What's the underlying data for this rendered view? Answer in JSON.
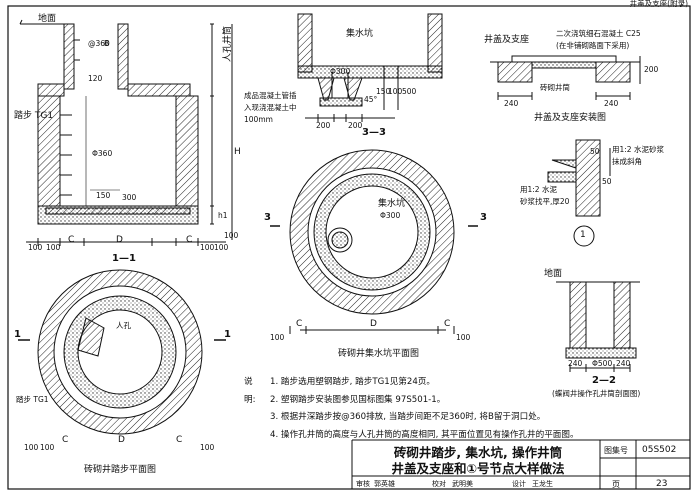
{
  "header_top_right": "井盖及支座(附录)",
  "labels": {
    "ground_1": "地面",
    "manhole": "人孔井筒",
    "step_tg1": "踏步 TG1",
    "sump": "集水坑",
    "pipe_note_1": "成品混凝土管插",
    "pipe_note_2": "入现浇混凝土中",
    "pipe_note_3": "100mm",
    "cover_support": "井盖及支座",
    "secondary_concrete_1": "二次浇筑细石混凝土 C25",
    "secondary_concrete_2": "(在非铺砌路面下采用)",
    "brick_well": "砖砌井筒",
    "mortar_1": "用1:2 水泥砂浆",
    "mortar_2": "抹成斜角",
    "mortar_3": "用1:2 水泥",
    "mortar_4": "砂浆找平,厚20",
    "ground_2": "地面",
    "manhole_plan": "人孔",
    "step_tg1_b": "踏步 TG1",
    "sump_3": "集水坑",
    "circle_1": "1"
  },
  "dims": {
    "d60": "@360",
    "d120": "120",
    "d8": "B",
    "dH": "H",
    "dh1": "h1",
    "d150": "150",
    "d300": "300",
    "d100a": "100",
    "d100b": "100",
    "dC1": "C",
    "dC2": "C",
    "dD1": "D",
    "d100c": "100",
    "d100d": "100",
    "d100e": "100",
    "d300b": "Φ300",
    "d200a": "200",
    "d200b": "200",
    "d150b": "150",
    "d100f": "100",
    "d500": "500",
    "d45": "45°",
    "d240a": "240",
    "d240b": "240",
    "d200c": "200",
    "d50a": "50",
    "d50b": "50",
    "d360": "Φ360",
    "d100g": "100",
    "dC3": "C",
    "dD2": "D",
    "dC4": "C",
    "d100h": "100",
    "d300c": "Φ300",
    "d240c": "240",
    "d500b": "Φ500",
    "d240d": "240",
    "d100i": "100",
    "d100j": "100",
    "dC5": "C",
    "dD3": "D",
    "dC6": "C",
    "d100k": "100"
  },
  "section_labels": {
    "s11": "1—1",
    "s33": "3—3",
    "s22": "2—2",
    "sec1_left": "1",
    "sec1_right": "1",
    "sec3_left": "3",
    "sec3_right": "3"
  },
  "captions": {
    "cover_install": "井盖及支座安装图",
    "sump_plan": "砖砌井集水坑平面图",
    "step_plan": "砖砌井踏步平面图",
    "valve_section": "(蝶阀井操作孔井筒剖面图)"
  },
  "notes_title": "说明:",
  "notes": [
    "1. 踏步选用塑钢踏步, 踏步TG1见第24页。",
    "2. 塑钢踏步安装图参见国标图集 97S501-1。",
    "3. 根据井深踏步按@360排放, 当踏步间距不足360时, 将B留于洞口处。",
    "4. 操作孔井筒的高度与人孔井筒的高度相同, 其平面位置见有操作孔井的平面图。"
  ],
  "title_block": {
    "title_line1": "砖砌井踏步, 集水坑, 操作井筒",
    "title_line2": "井盖及支座和①号节点大样做法",
    "atlas_label": "图集号",
    "atlas_no": "05S502",
    "page_label": "页",
    "page_no": "23",
    "review_label": "审核",
    "reviewer": "郭英雄",
    "check_label": "校对",
    "checker": "武明美",
    "design_label": "设计",
    "designer": "王龙生"
  }
}
